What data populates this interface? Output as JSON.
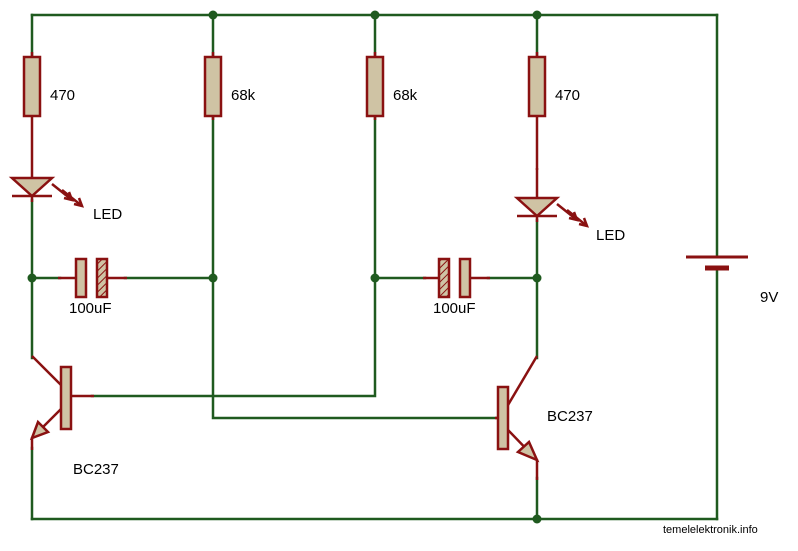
{
  "schematic": {
    "resistors": [
      {
        "id": "r-left",
        "value": "470"
      },
      {
        "id": "r-mid-left",
        "value": "68k"
      },
      {
        "id": "r-mid-right",
        "value": "68k"
      },
      {
        "id": "r-right",
        "value": "470"
      }
    ],
    "leds": [
      {
        "id": "led-left",
        "label": "LED"
      },
      {
        "id": "led-right",
        "label": "LED"
      }
    ],
    "capacitors": [
      {
        "id": "cap-left",
        "value": "100uF"
      },
      {
        "id": "cap-right",
        "value": "100uF"
      }
    ],
    "transistors": [
      {
        "id": "q-left",
        "label": "BC237"
      },
      {
        "id": "q-right",
        "label": "BC237"
      }
    ],
    "battery": {
      "label": "9V"
    },
    "credit": "temelelektronik.info"
  },
  "colors": {
    "wire": "#1f5a1f",
    "component_outline": "#8a1111",
    "component_fill": "#cfc3a4",
    "background": "#ffffff"
  }
}
